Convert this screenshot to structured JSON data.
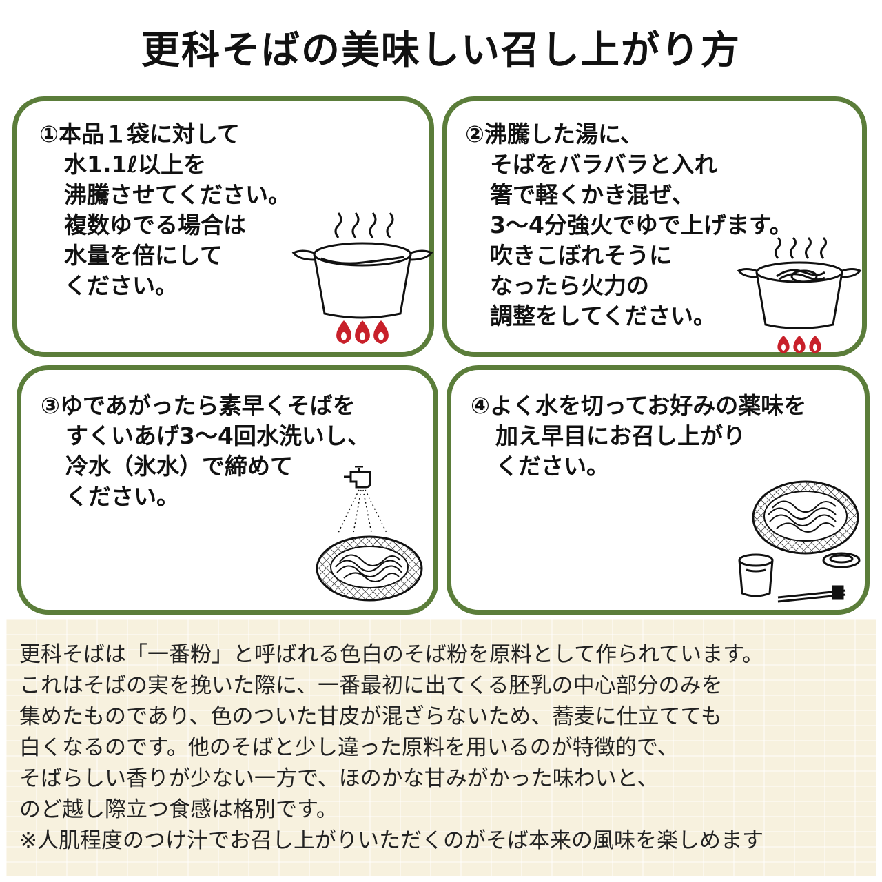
{
  "title": "更科そばの美味しい召し上がり方",
  "steps": [
    {
      "lines": [
        "①本品１袋に対して",
        "水1.1ℓ以上を",
        "沸騰させてください。",
        "複数ゆでる場合は",
        "水量を倍にして",
        "ください。"
      ],
      "illustration": "boiling-pot-icon"
    },
    {
      "lines": [
        "②沸騰した湯に、",
        "そばをバラバラと入れ",
        "箸で軽くかき混ぜ、",
        "3～4分強火でゆで上げます。",
        "吹きこぼれそうに",
        "なったら火力の",
        "調整をしてください。"
      ],
      "illustration": "pot-with-noodles-icon"
    },
    {
      "lines": [
        "③ゆであがったら素早くそばを",
        "すくいあげ3～4回水洗いし、",
        "冷水（氷水）で締めて",
        "ください。"
      ],
      "illustration": "faucet-and-strainer-icon"
    },
    {
      "lines": [
        "④よく水を切ってお好みの薬味を",
        "加え早目にお召し上がり",
        "ください。"
      ],
      "illustration": "zaru-soba-set-icon"
    }
  ],
  "description": [
    "更科そばは「一番粉」と呼ばれる色白のそば粉を原料として作られています。",
    "これはそばの実を挽いた際に、一番最初に出てくる胚乳の中心部分のみを",
    "集めたものであり、色のついた甘皮が混ざらないため、蕎麦に仕立てても",
    "白くなるのです。他のそばと少し違った原料を用いるのが特徴的で、",
    "そばらしい香りが少ない一方で、ほのかな甘みがかった味わいと、",
    "のど越し際立つ食感は格別です。",
    "※人肌程度のつけ汁でお召し上がりいただくのがそば本来の風味を楽しめます"
  ],
  "colors": {
    "border": "#5b7d3a",
    "flame": "#c8202a",
    "background_band": "#f7f1de"
  }
}
